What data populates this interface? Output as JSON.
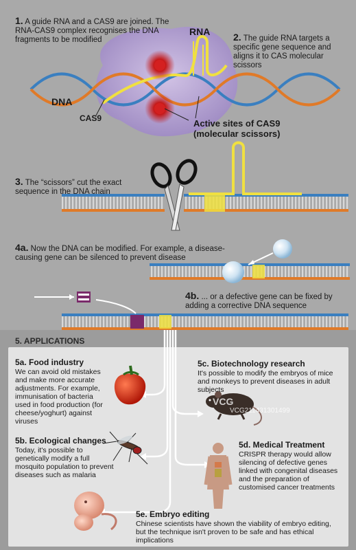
{
  "step1": {
    "num": "1.",
    "text": "A guide RNA and a CAS9 are joined. The RNA-CAS9 complex recognises the DNA fragments to be modified"
  },
  "step2": {
    "num": "2.",
    "text": "The guide RNA targets a specific gene sequence and aligns it to CAS molecular scissors"
  },
  "labels": {
    "rna": "RNA",
    "dna": "DNA",
    "cas9": "CAS9",
    "active_sites": "Active sites of CAS9 (molecular scissors)"
  },
  "step3": {
    "num": "3.",
    "text": "The “scissors” cut the exact sequence in the DNA chain"
  },
  "step4a": {
    "num": "4a.",
    "text": "Now the DNA can be modified. For example, a disease-causing gene can be silenced to prevent disease"
  },
  "step4b": {
    "num": "4b.",
    "text": "... or a defective gene can be fixed by adding a corrective DNA sequence"
  },
  "applications": {
    "title": "5. APPLICATIONS",
    "food": {
      "title": "5a. Food industry",
      "text": "We can avoid old mistakes and make more accurate adjustments. For example, immunisation of bacteria used in food production (for cheese/yoghurt) against viruses"
    },
    "ecological": {
      "title": "5b. Ecological changes",
      "text": "Today, it's possible to genetically modify a full mosquito population to prevent diseases such as malaria"
    },
    "biotech": {
      "title": "5c. Biotechnology research",
      "text": "It's possible to modify the embryos of mice and monkeys to prevent diseases in adult subjects"
    },
    "medical": {
      "title": "5d. Medical Treatment",
      "text": "CRISPR therapy would allow silencing of defective genes linked with congenital diseases and the preparation of customised cancer treatments"
    },
    "embryo": {
      "title": "5e. Embryo editing",
      "text": "Chinese scientists have shown the viability of embryo editing, but the technique isn't proven to be safe and has ethical implications"
    }
  },
  "watermark": {
    "brand": "VCG",
    "id": "VCG211431301499"
  },
  "colors": {
    "blue_strand": "#3a7fc0",
    "orange_strand": "#e07a28",
    "yellow_rna": "#f0e040",
    "purple_cas9": "#8f6ab8",
    "red_site": "#d42020",
    "purple_insert": "#7a2a6a"
  }
}
